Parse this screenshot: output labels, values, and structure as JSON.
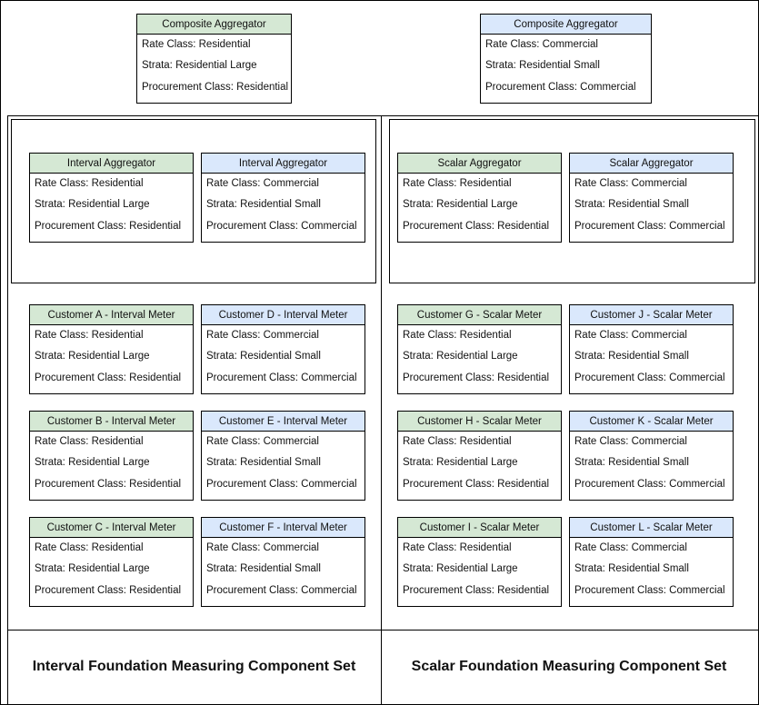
{
  "composites": [
    {
      "title": "Composite Aggregator",
      "rate": "Rate Class: Residential",
      "strata": "Strata: Residential Large",
      "proc": "Procurement Class: Residential",
      "color": "#d5e8d4"
    },
    {
      "title": "Composite Aggregator",
      "rate": "Rate Class: Commercial",
      "strata": "Strata: Residential Small",
      "proc": "Procurement Class: Commercial",
      "color": "#dae8fc"
    }
  ],
  "aggregators": [
    {
      "title": "Interval Aggregator",
      "rate": "Rate Class: Residential",
      "strata": "Strata: Residential Large",
      "proc": "Procurement Class: Residential"
    },
    {
      "title": "Interval Aggregator",
      "rate": "Rate Class: Commercial",
      "strata": "Strata: Residential Small",
      "proc": "Procurement Class: Commercial"
    },
    {
      "title": "Scalar Aggregator",
      "rate": "Rate Class: Residential",
      "strata": "Strata: Residential Large",
      "proc": "Procurement Class: Residential"
    },
    {
      "title": "Scalar Aggregator",
      "rate": "Rate Class: Commercial",
      "strata": "Strata: Residential Small",
      "proc": "Procurement Class: Commercial"
    }
  ],
  "meters": [
    {
      "title": "Customer A - Interval Meter",
      "rate": "Rate Class: Residential",
      "strata": "Strata: Residential Large",
      "proc": "Procurement Class: Residential"
    },
    {
      "title": "Customer D - Interval Meter",
      "rate": "Rate Class: Commercial",
      "strata": "Strata: Residential Small",
      "proc": "Procurement Class: Commercial"
    },
    {
      "title": "Customer G - Scalar Meter",
      "rate": "Rate Class: Residential",
      "strata": "Strata: Residential Large",
      "proc": "Procurement Class: Residential"
    },
    {
      "title": "Customer J - Scalar Meter",
      "rate": "Rate Class: Commercial",
      "strata": "Strata: Residential Small",
      "proc": "Procurement Class: Commercial"
    },
    {
      "title": "Customer B - Interval Meter",
      "rate": "Rate Class: Residential",
      "strata": "Strata: Residential Large",
      "proc": "Procurement Class: Residential"
    },
    {
      "title": "Customer E - Interval Meter",
      "rate": "Rate Class: Commercial",
      "strata": "Strata: Residential Small",
      "proc": "Procurement Class: Commercial"
    },
    {
      "title": "Customer H - Scalar Meter",
      "rate": "Rate Class: Residential",
      "strata": "Strata: Residential Large",
      "proc": "Procurement Class: Residential"
    },
    {
      "title": "Customer K - Scalar Meter",
      "rate": "Rate Class: Commercial",
      "strata": "Strata: Residential Small",
      "proc": "Procurement Class: Commercial"
    },
    {
      "title": "Customer C - Interval Meter",
      "rate": "Rate Class: Residential",
      "strata": "Strata: Residential Large",
      "proc": "Procurement Class: Residential"
    },
    {
      "title": "Customer F - Interval Meter",
      "rate": "Rate Class: Commercial",
      "strata": "Strata: Residential Small",
      "proc": "Procurement Class: Commercial"
    },
    {
      "title": "Customer I - Scalar Meter",
      "rate": "Rate Class: Residential",
      "strata": "Strata: Residential Large",
      "proc": "Procurement Class: Residential"
    },
    {
      "title": "Customer L - Scalar Meter",
      "rate": "Rate Class: Commercial",
      "strata": "Strata: Residential Small",
      "proc": "Procurement Class: Commercial"
    }
  ],
  "sets": {
    "interval_label": "Interval Foundation Measuring Component Set",
    "scalar_label": "Scalar Foundation Measuring Component Set"
  },
  "colors": {
    "residential_header": "#d5e8d4",
    "commercial_header": "#dae8fc",
    "border": "#000000"
  }
}
